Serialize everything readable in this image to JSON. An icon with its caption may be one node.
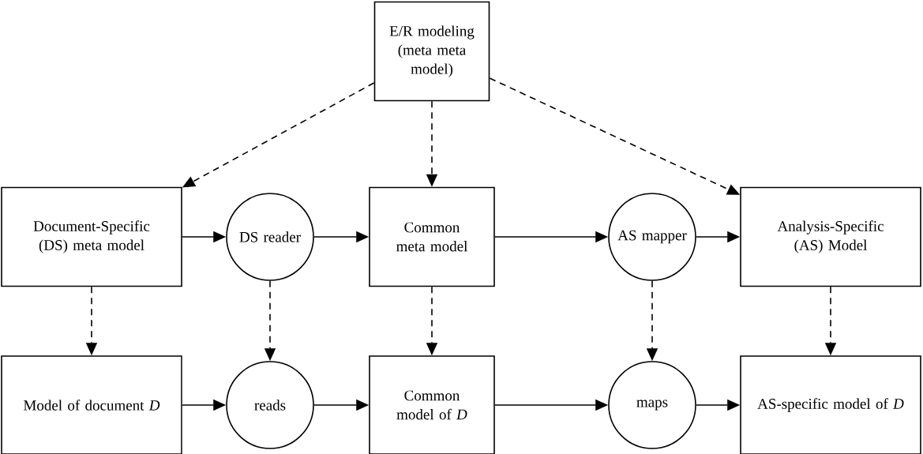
{
  "diagram": {
    "nodes": [
      {
        "text": [
          "E/R modeling (meta meta model)"
        ]
      },
      {
        "text": [
          "Document-Specific (DS) meta model"
        ]
      },
      {
        "text": [
          "DS reader"
        ]
      },
      {
        "text": [
          "Common meta model"
        ]
      },
      {
        "text": [
          "AS mapper"
        ]
      },
      {
        "text": [
          "Analysis-Specific (AS) Model"
        ]
      },
      {
        "text": [
          "Model of document *D*"
        ]
      },
      {
        "text": [
          "reads"
        ]
      },
      {
        "text": [
          "Common model of *D*"
        ]
      },
      {
        "text": [
          "maps"
        ]
      },
      {
        "text": [
          "AS-specific model of *D*"
        ]
      }
    ],
    "edges": [
      {
        "from": 0,
        "to": 1,
        "arrow": "to",
        "style": "dashed"
      },
      {
        "from": 0,
        "to": 3,
        "arrow": "to",
        "style": "dashed"
      },
      {
        "from": 0,
        "to": 5,
        "arrow": "to",
        "style": "dashed"
      },
      {
        "from": 1,
        "to": 2,
        "arrow": "to"
      },
      {
        "from": 2,
        "to": 3,
        "arrow": "to"
      },
      {
        "from": 3,
        "to": 4,
        "arrow": "to"
      },
      {
        "from": 4,
        "to": 5,
        "arrow": "to"
      },
      {
        "from": 1,
        "to": 6,
        "arrow": "to",
        "style": "dashed"
      },
      {
        "from": 2,
        "to": 7,
        "arrow": "to",
        "style": "dashed"
      },
      {
        "from": 3,
        "to": 8,
        "arrow": "to",
        "style": "dashed"
      },
      {
        "from": 4,
        "to": 9,
        "arrow": "to",
        "style": "dashed"
      },
      {
        "from": 5,
        "to": 10,
        "arrow": "to",
        "style": "dashed"
      },
      {
        "from": 6,
        "to": 7,
        "arrow": "to"
      },
      {
        "from": 7,
        "to": 8,
        "arrow": "to"
      },
      {
        "from": 8,
        "to": 9,
        "arrow": "to"
      },
      {
        "from": 9,
        "to": 10,
        "arrow": "to"
      }
    ]
  }
}
